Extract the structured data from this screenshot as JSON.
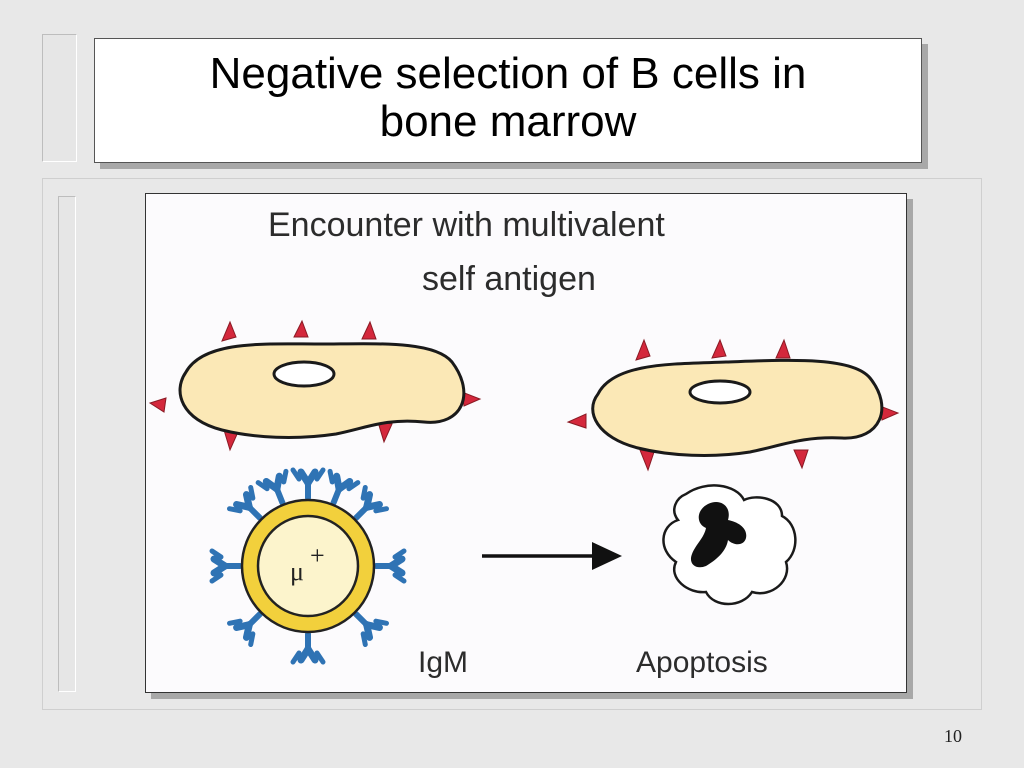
{
  "slide": {
    "title_line1": "Negative selection of B cells in",
    "title_line2": "bone marrow",
    "page_number": "10"
  },
  "figure": {
    "heading_line1": "Encounter with multivalent",
    "heading_line2": "self antigen",
    "cell_marker": "μ",
    "cell_marker_sup": "+",
    "label_left": "IgM",
    "label_right": "Apoptosis"
  },
  "colors": {
    "cell_fill": "#fbe8b6",
    "antigen": "#d4283c",
    "receptor": "#2f73b4",
    "b_cell_ring": "#f2d03c",
    "b_cell_core": "#fcf4cc"
  }
}
